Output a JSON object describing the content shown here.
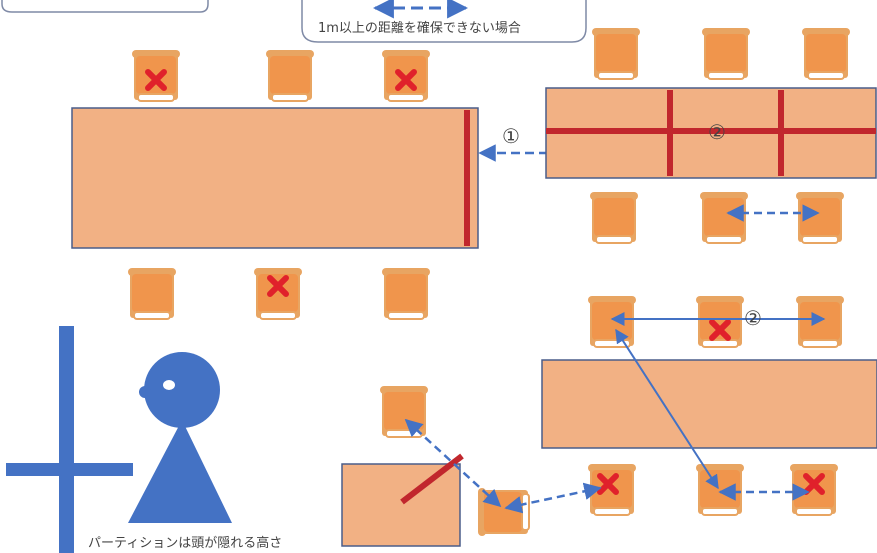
{
  "legend": {
    "text": "1m以上の距離を確保できない場合"
  },
  "labels": {
    "marker_1": "①",
    "marker_2a": "②",
    "marker_2b": "②",
    "partition_note": "パーティションは頭が隠れる高さ"
  },
  "colors": {
    "table_fill": "#f2b184",
    "table_border": "#4a5d8a",
    "chair_fill": "#f0954c",
    "chair_frame": "#e8a562",
    "partition_red": "#c1272d",
    "arrow_blue": "#4472c4",
    "figure_blue": "#4472c4",
    "cross_red": "#e0212b"
  }
}
